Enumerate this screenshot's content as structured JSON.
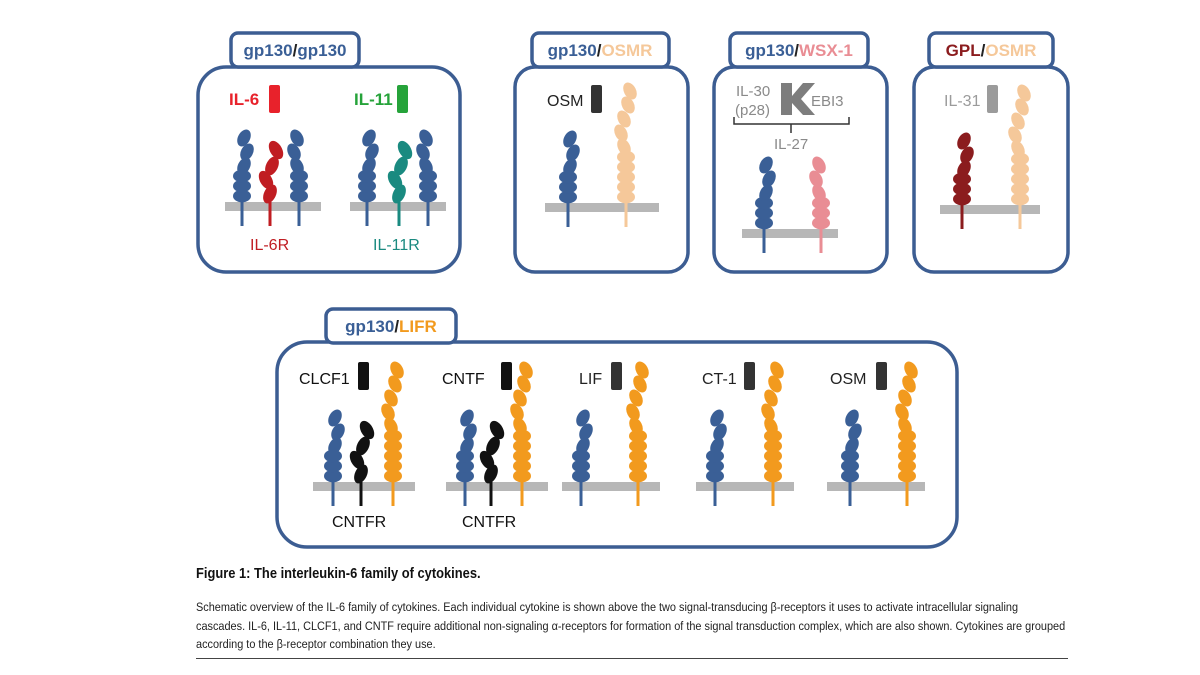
{
  "colors": {
    "gp130": "#3a5f96",
    "il6r": "#c01d22",
    "il11r": "#1a8a80",
    "osmr": "#f5c89a",
    "wsx1": "#e98d94",
    "gpl": "#8b1c1e",
    "lifr": "#f29a1e",
    "cntfr": "#111111",
    "membrane": "#b7b7b7",
    "frame": "#3c5d92",
    "il6_ligand": "#e8222b",
    "il11_ligand": "#26a33a",
    "dark_ligand": "#333333",
    "gray_ligand": "#9b9b9b",
    "faded_text": "#8a8a8a"
  },
  "groups": [
    {
      "id": "g1",
      "tab": {
        "left": "gp130",
        "sep": "/",
        "right": "gp130",
        "right_color": "#3a5f96"
      }
    },
    {
      "id": "g2",
      "tab": {
        "left": "gp130",
        "sep": "/",
        "right": "OSMR",
        "right_color": "#f5c89a"
      }
    },
    {
      "id": "g3",
      "tab": {
        "left": "gp130",
        "sep": "/",
        "right": "WSX-1",
        "right_color": "#e98d94"
      }
    },
    {
      "id": "g4",
      "tab": {
        "left": "GPL",
        "left_color": "#8b1c1e",
        "sep": "/",
        "right": "OSMR",
        "right_color": "#f5c89a"
      }
    },
    {
      "id": "g5",
      "tab": {
        "left": "gp130",
        "sep": "/",
        "right": "LIFR",
        "right_color": "#f29a1e"
      }
    }
  ],
  "labels": {
    "il6": "IL-6",
    "il6r": "IL-6R",
    "il11": "IL-11",
    "il11r": "IL-11R",
    "osm": "OSM",
    "il30": "IL-30",
    "p28": "(p28)",
    "ebi3": "EBI3",
    "il27": "IL-27",
    "il31": "IL-31",
    "clcf1": "CLCF1",
    "cntf": "CNTF",
    "lif": "LIF",
    "ct1": "CT-1",
    "osm2": "OSM",
    "cntfr_1": "CNTFR",
    "cntfr_2": "CNTFR"
  },
  "caption": {
    "title": "Figure 1: The interleukin-6 family of cytokines.",
    "body": "Schematic overview of the IL-6 family of cytokines. Each individual cytokine is shown above the two signal-transducing β-receptors it uses to activate intracellular signaling cascades. IL-6, IL-11, CLCF1, and CNTF require additional non-signaling α-receptors for formation of the signal transduction complex, which are also shown. Cytokines are grouped according to the β-receptor combination they use."
  }
}
